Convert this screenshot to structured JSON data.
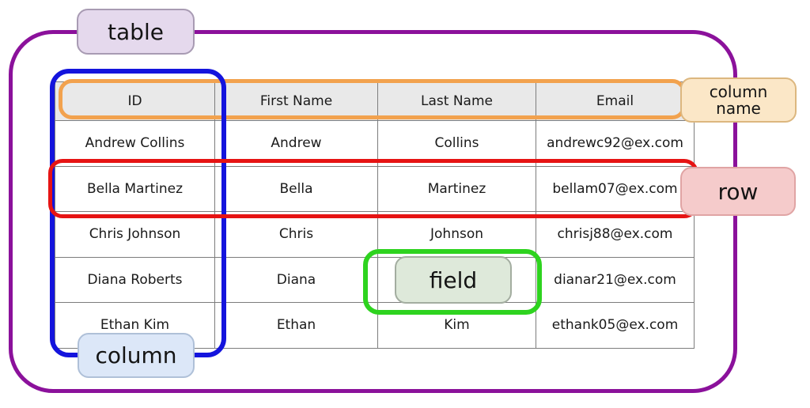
{
  "table": {
    "columns": [
      "ID",
      "First Name",
      "Last Name",
      "Email"
    ],
    "rows": [
      [
        "Andrew Collins",
        "Andrew",
        "Collins",
        "andrewc92@ex.com"
      ],
      [
        "Bella Martinez",
        "Bella",
        "Martinez",
        "bellam07@ex.com"
      ],
      [
        "Chris Johnson",
        "Chris",
        "Johnson",
        "chrisj88@ex.com"
      ],
      [
        "Diana Roberts",
        "Diana",
        "",
        "dianar21@ex.com"
      ],
      [
        "Ethan Kim",
        "Ethan",
        "Kim",
        "ethank05@ex.com"
      ]
    ]
  },
  "annotations": {
    "table": {
      "label": "table"
    },
    "column_name": {
      "line1": "column",
      "line2": "name"
    },
    "row": {
      "label": "row"
    },
    "field": {
      "label": "field"
    },
    "column": {
      "label": "column"
    }
  },
  "colors": {
    "table_outline": "#8b119b",
    "column_outline": "#1414dd",
    "column_name_outline": "#f2a24e",
    "row_outline": "#e61414",
    "field_outline": "#2ed31f",
    "table_tag_fill": "#e5d9ed",
    "column_name_tag_fill": "#fbe7c7",
    "row_tag_fill": "#f5cbcb",
    "field_tag_fill": "#dee9da",
    "column_tag_fill": "#dce7f8",
    "header_fill": "#e9e9e9",
    "grid_line": "#7d7d7d",
    "background": "#ffffff"
  }
}
